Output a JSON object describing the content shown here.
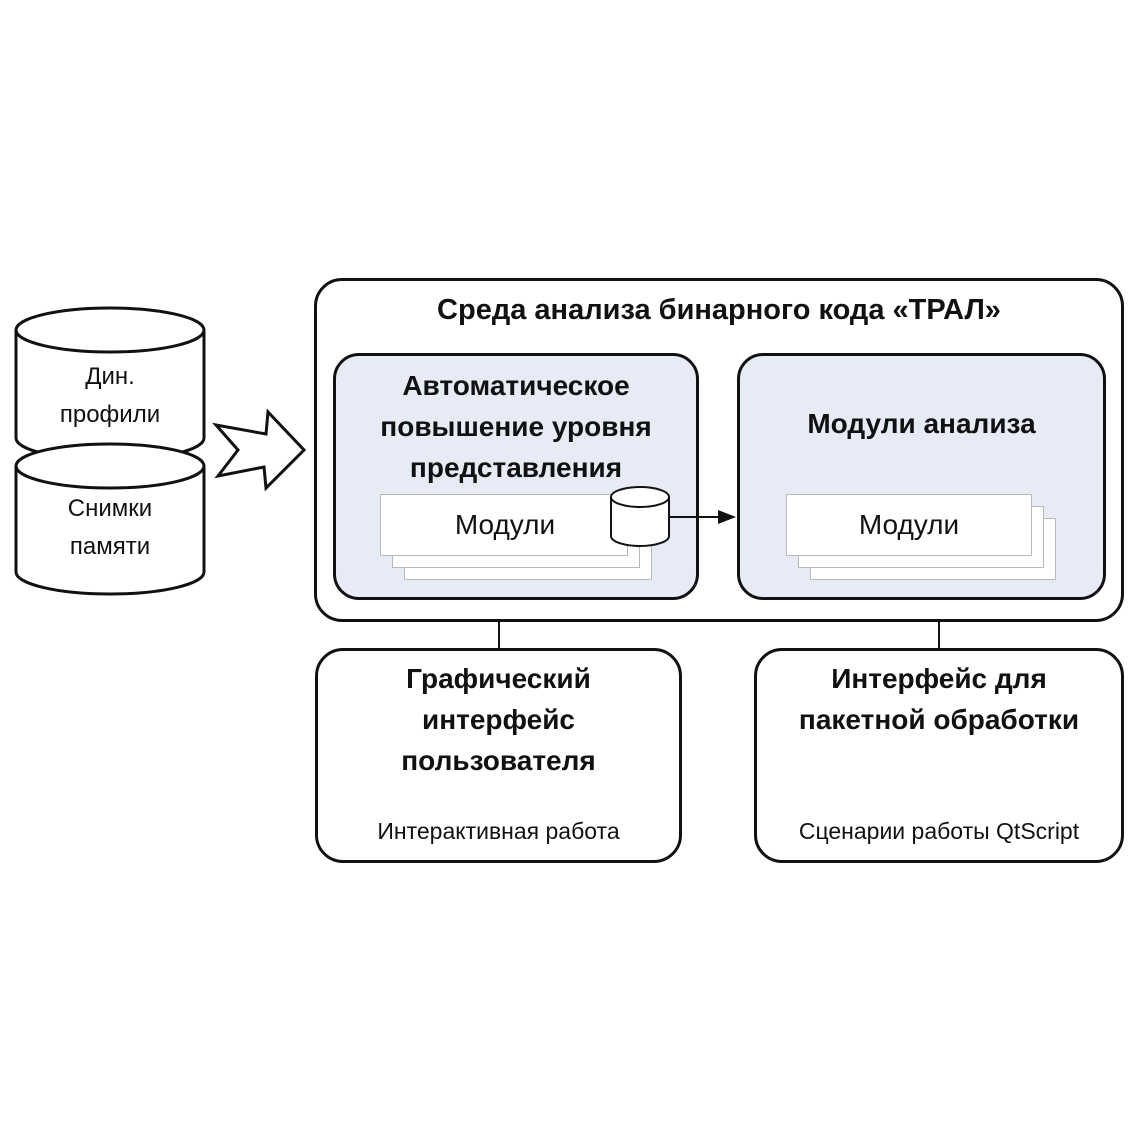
{
  "inputs": {
    "top_cylinder": [
      "Дин.",
      "профили"
    ],
    "bottom_cylinder": [
      "Снимки",
      "памяти"
    ]
  },
  "environment": {
    "title": "Среда анализа бинарного кода «ТРАЛ»",
    "lifting_block": {
      "title": [
        "Автоматическое",
        "повышение уровня",
        "представления"
      ],
      "modules_label": "Модули"
    },
    "analysis_block": {
      "title": "Модули анализа",
      "modules_label": "Модули"
    }
  },
  "interfaces": {
    "gui": {
      "title": [
        "Графический",
        "интерфейс",
        "пользователя"
      ],
      "caption": "Интерактивная работа"
    },
    "batch": {
      "title": [
        "Интерфейс для",
        "пакетной обработки"
      ],
      "caption": "Сценарии работы QtScript"
    }
  },
  "colors": {
    "stroke": "#111111",
    "inner_fill": "#e6ebf5",
    "sheet_border": "#b8b8b8"
  }
}
